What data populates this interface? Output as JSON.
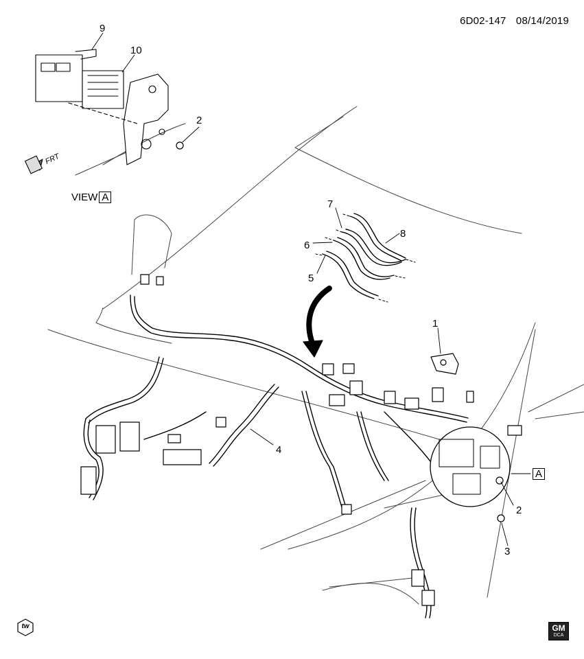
{
  "header": {
    "diagram_id": "6D02-147",
    "date": "08/14/2019"
  },
  "view": {
    "label": "VIEW",
    "letter": "A"
  },
  "view_ref": {
    "letter": "A"
  },
  "orientation": {
    "label": "FRT"
  },
  "callouts": [
    "1",
    "2",
    "2",
    "3",
    "4",
    "5",
    "6",
    "7",
    "8",
    "9",
    "10"
  ],
  "badges": {
    "tw": "tw",
    "gm_top": "GM",
    "gm_bottom": "DCA"
  },
  "colors": {
    "line": "#000000",
    "background": "#ffffff",
    "outline_light": "#444444"
  }
}
